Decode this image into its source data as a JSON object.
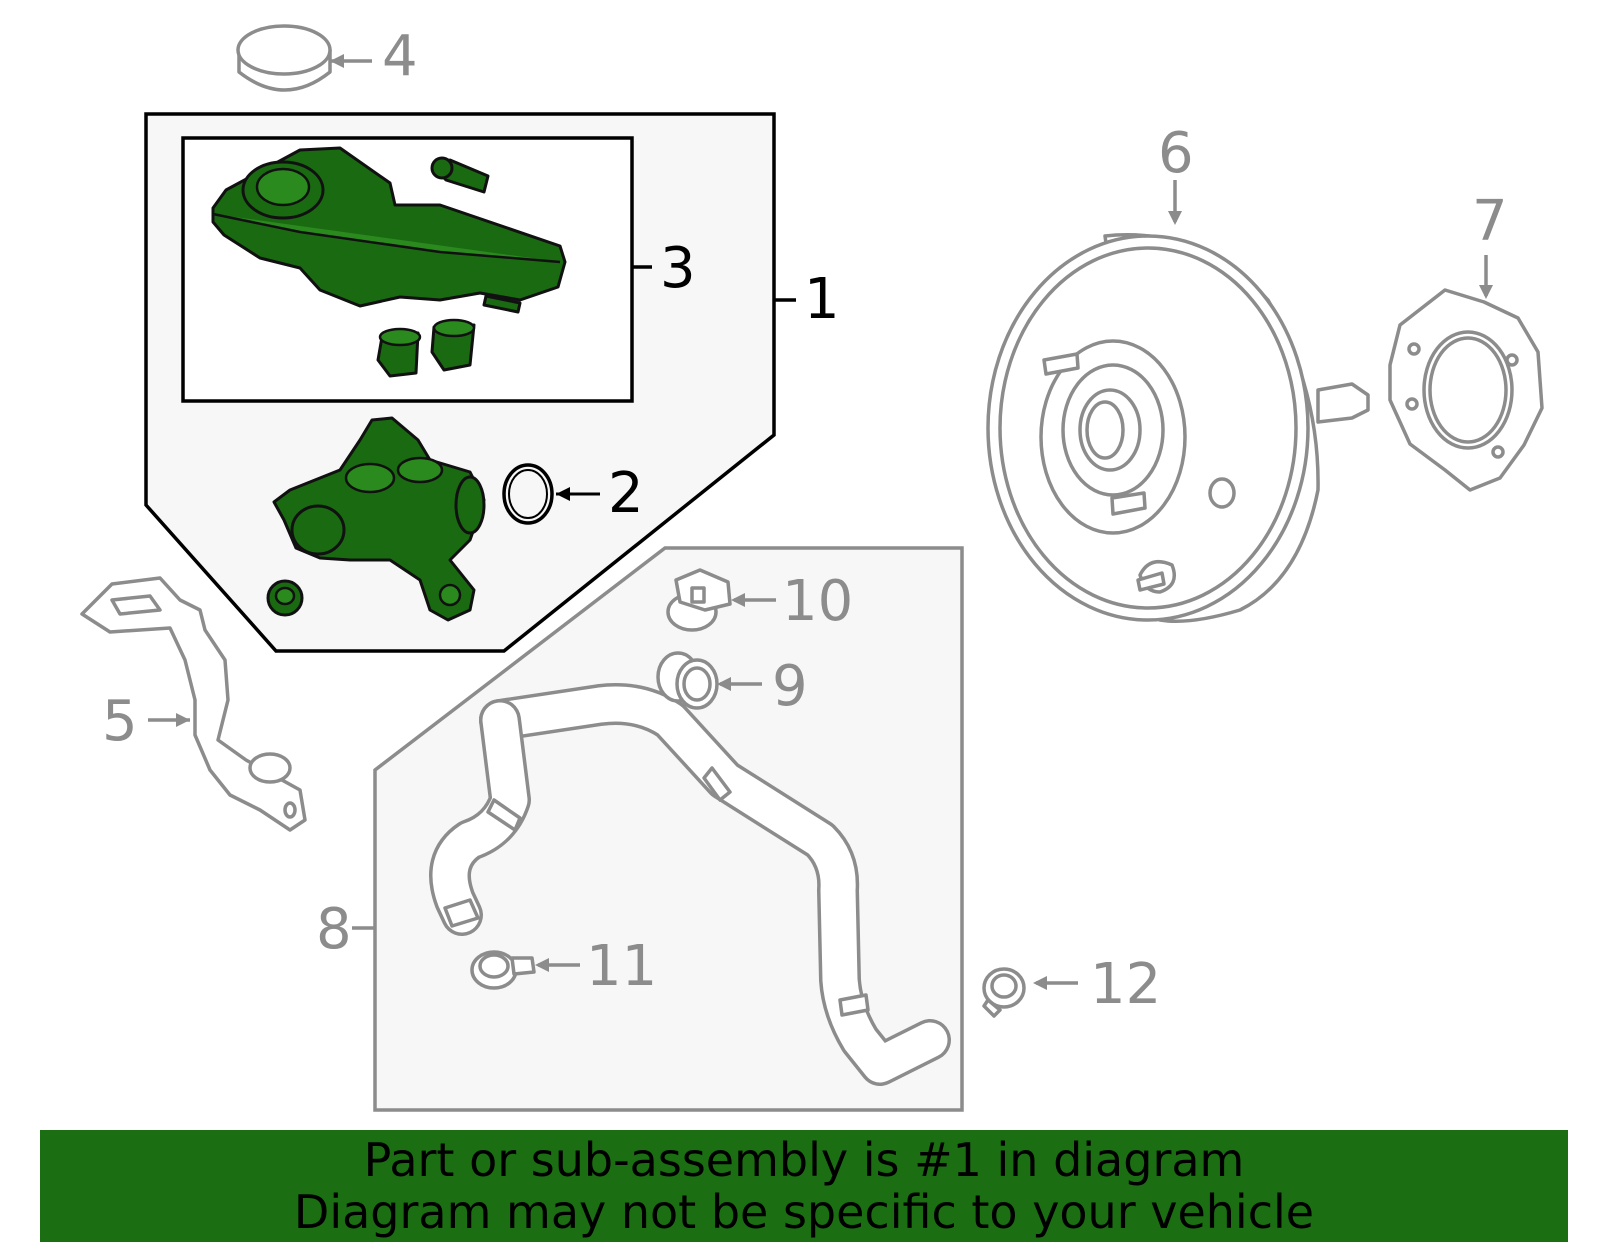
{
  "callouts": {
    "c1": "1",
    "c2": "2",
    "c3": "3",
    "c4": "4",
    "c5": "5",
    "c6": "6",
    "c7": "7",
    "c8": "8",
    "c9": "9",
    "c10": "10",
    "c11": "11",
    "c12": "12"
  },
  "banner": {
    "line1": "Part or sub-assembly is #1 in diagram",
    "line2": "Diagram may not be specific to your vehicle"
  },
  "colors": {
    "highlight": "#1b6e12",
    "part_fill": "#1a6a12",
    "outline_gray": "#8c8c8c",
    "box_fill": "#f7f7f7"
  }
}
